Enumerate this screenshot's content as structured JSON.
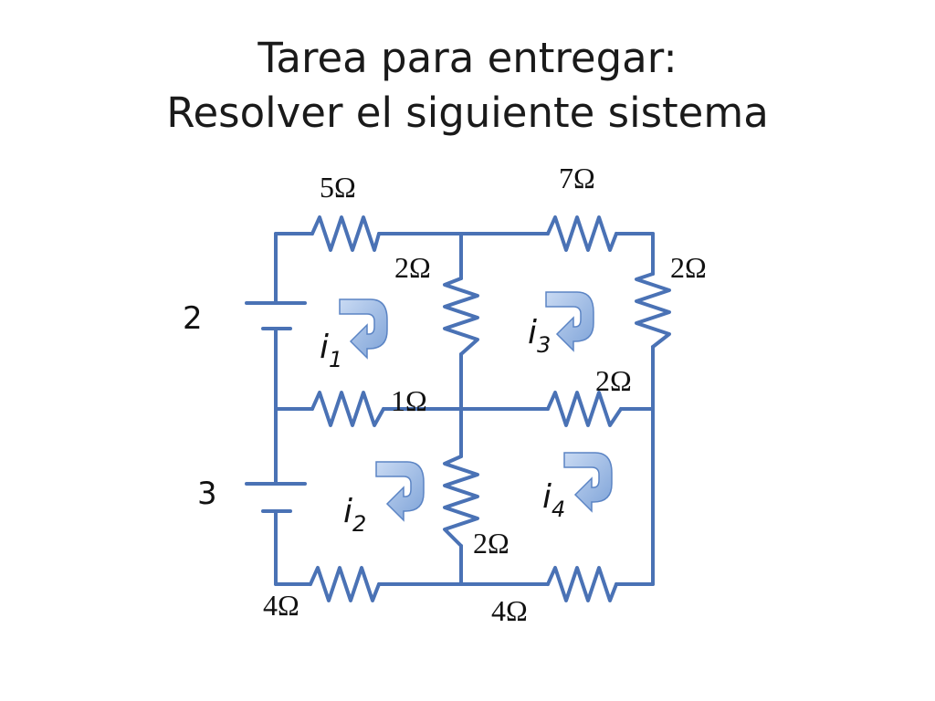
{
  "title": {
    "line1": "Tarea para entregar:",
    "line2": "Resolver el siguiente sistema"
  },
  "circuit": {
    "wire_color": "#4a72b5",
    "arrow_color": "#8eb0e0",
    "resistors": {
      "top_left": "5Ω",
      "top_right": "7Ω",
      "mid_vertical_top": "2Ω",
      "right_vertical": "2Ω",
      "mid_horizontal_left": "1Ω",
      "mid_horizontal_right": "2Ω",
      "mid_vertical_bottom": "2Ω",
      "bottom_left": "4Ω",
      "bottom_right": "4Ω"
    },
    "sources": {
      "upper": "2",
      "lower": "3"
    },
    "loops": [
      {
        "symbol": "i",
        "sub": "1"
      },
      {
        "symbol": "i",
        "sub": "2"
      },
      {
        "symbol": "i",
        "sub": "3"
      },
      {
        "symbol": "i",
        "sub": "4"
      }
    ]
  }
}
